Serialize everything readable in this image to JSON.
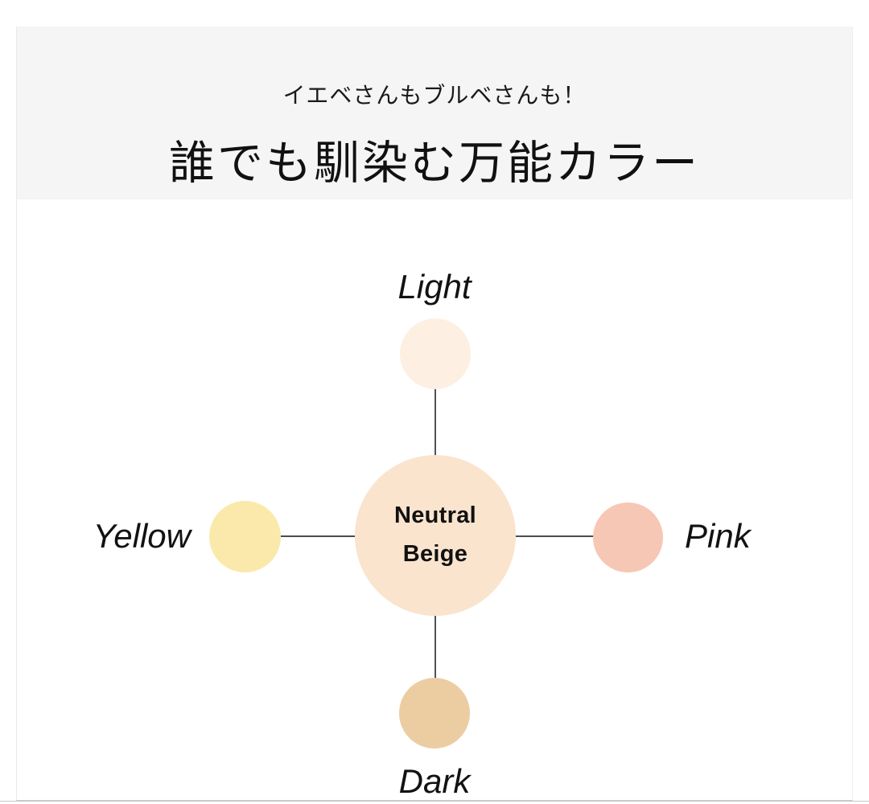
{
  "header": {
    "subtitle": "イエベさんもブルベさんも！",
    "title": "誰でも馴染む万能カラー",
    "band_bg": "#f5f5f5"
  },
  "chart_data": {
    "type": "diagram",
    "layout": "radial-hub-and-spoke",
    "title": "誰でも馴染む万能カラー",
    "center": {
      "label_line1": "Neutral",
      "label_line2": "Beige",
      "color": "#fae4ce",
      "diameter": 200
    },
    "spokes": [
      {
        "label": "Light",
        "position": "top",
        "color": "#fdf0e3",
        "diameter": 88
      },
      {
        "label": "Pink",
        "position": "right",
        "color": "#f6c7b4",
        "diameter": 87
      },
      {
        "label": "Dark",
        "position": "bottom",
        "color": "#eccda2",
        "diameter": 88
      },
      {
        "label": "Yellow",
        "position": "left",
        "color": "#fae9ab",
        "diameter": 89
      }
    ],
    "connector_color": "#333333",
    "connector_width": 1.6
  },
  "nodes": {
    "center": {
      "line1": "Neutral",
      "line2": "Beige"
    },
    "light": {
      "label": "Light"
    },
    "pink": {
      "label": "Pink"
    },
    "dark": {
      "label": "Dark"
    },
    "yellow": {
      "label": "Yellow"
    }
  },
  "colors": {
    "page_bg": "#ffffff",
    "header_bg": "#f5f5f5",
    "text": "#111111",
    "center_node": "#fae4ce",
    "light_node": "#fdf0e3",
    "pink_node": "#f6c7b4",
    "dark_node": "#eccda2",
    "yellow_node": "#fae9ab",
    "connector": "#333333",
    "rule": "#c8c8c8"
  }
}
